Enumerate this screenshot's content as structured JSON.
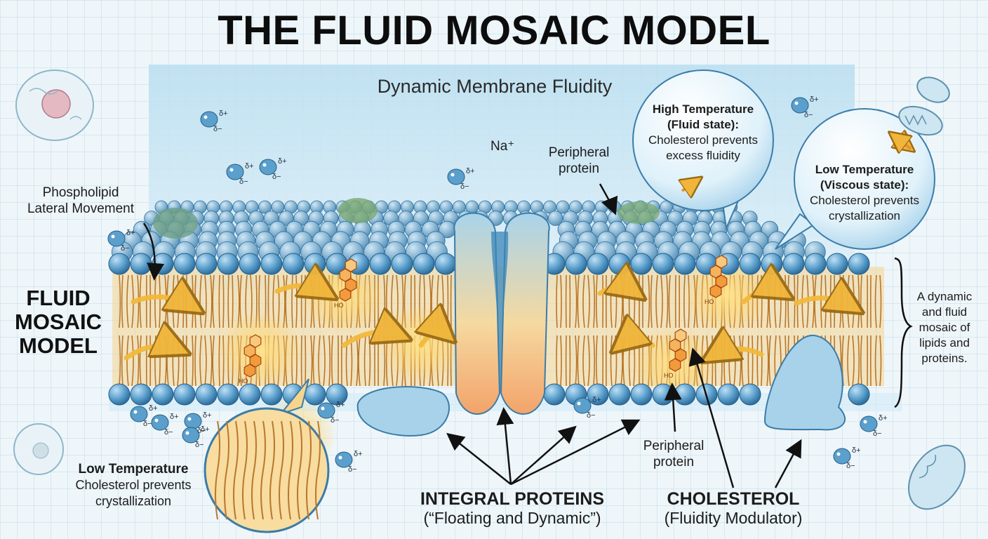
{
  "title": "THE FLUID MOSAIC MODEL",
  "subtitle": "Dynamic Membrane Fluidity",
  "left_label": {
    "line1": "FLUID",
    "line2": "MOSAIC",
    "line3": "MODEL"
  },
  "phospholipid": {
    "line1": "Phospholipid",
    "line2": "Lateral Movement"
  },
  "na_ion": "Na⁺",
  "peripheral_top": {
    "line1": "Peripheral",
    "line2": "protein"
  },
  "peripheral_bottom": {
    "line1": "Peripheral",
    "line2": "protein"
  },
  "high_temp": {
    "line1": "High Temperature",
    "line2": "(Fluid state):",
    "line3": "Cholesterol prevents",
    "line4": "excess fluidity"
  },
  "low_temp_bubble": {
    "line1": "Low Temperature",
    "line2": "(Viscous state):",
    "line3": "Cholesterol prevents",
    "line4": "crystallization"
  },
  "low_temp_bottom": {
    "line1": "Low Temperature",
    "line2": "Cholesterol prevents",
    "line3": "crystallization"
  },
  "right_note": {
    "line1": "A dynamic",
    "line2": "and fluid",
    "line3": "mosaic of",
    "line4": "lipids and",
    "line5": "proteins."
  },
  "integral": {
    "line1": "INTEGRAL PROTEINS",
    "line2": "(“Floating and Dynamic”)"
  },
  "cholesterol": {
    "line1": "CHOLESTEROL",
    "line2": "(Fluidity Modulator)"
  },
  "molecule_labels": {
    "ho": "HO",
    "delta_plus": "δ+",
    "delta_minus": "δ−"
  },
  "colors": {
    "head": "#4f94c4",
    "tail": "#c98a36",
    "glow": "#ffcf5a",
    "protein": "#8cc3e0",
    "cholesterol": "#e8792c",
    "water_bg": "#cbe6f3"
  }
}
